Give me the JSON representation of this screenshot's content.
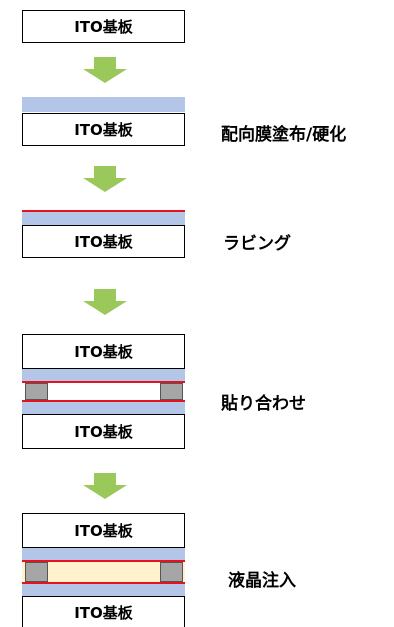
{
  "substrate_label": "ITO基板",
  "steps": {
    "alignment_coating": "配向膜塗布/硬化",
    "rubbing": "ラビング",
    "bonding": "貼り合わせ",
    "lc_injection": "液晶注入"
  },
  "colors": {
    "arrow": "#9bc85a",
    "alignment_film": "#b4c6e7",
    "rubbed_line": "#e8121e",
    "spacer": "#a6a6a6",
    "liquid_crystal": "#fff2cc"
  }
}
